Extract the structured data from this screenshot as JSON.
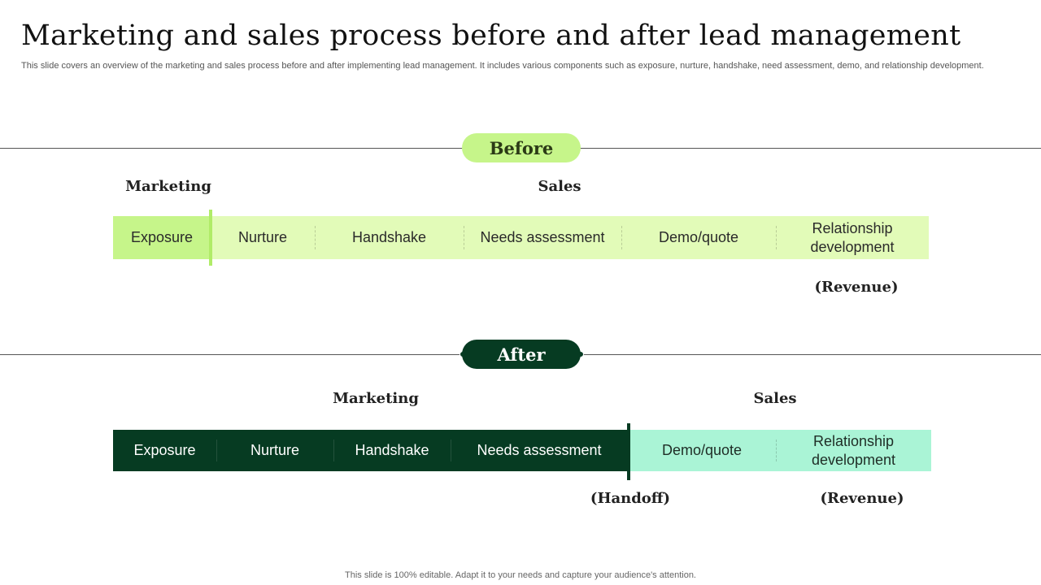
{
  "title": "Marketing and sales process before and after lead management",
  "subtitle": "This slide covers an overview of the marketing and sales process before and after implementing lead management. It includes various components such as exposure, nurture, handshake, need assessment, demo, and relationship development.",
  "before": {
    "pill": "Before",
    "marketing_label": "Marketing",
    "sales_label": "Sales",
    "steps": [
      "Exposure",
      "Nurture",
      "Handshake",
      "Needs assessment",
      "Demo/quote",
      "Relationship development"
    ],
    "revenue_note": "(Revenue)",
    "colors": {
      "marketing": "#c6f58a",
      "sales": "#e2fbb8",
      "divider": "#b0ec68"
    }
  },
  "after": {
    "pill": "After",
    "marketing_label": "Marketing",
    "sales_label": "Sales",
    "steps": [
      "Exposure",
      "Nurture",
      "Handshake",
      "Needs assessment",
      "Demo/quote",
      "Relationship development"
    ],
    "handoff_note": "(Handoff)",
    "revenue_note": "(Revenue)",
    "colors": {
      "marketing": "#063b22",
      "sales": "#aaf4d6"
    }
  },
  "footer": "This slide is 100% editable. Adapt it to your needs and capture your audience's attention."
}
